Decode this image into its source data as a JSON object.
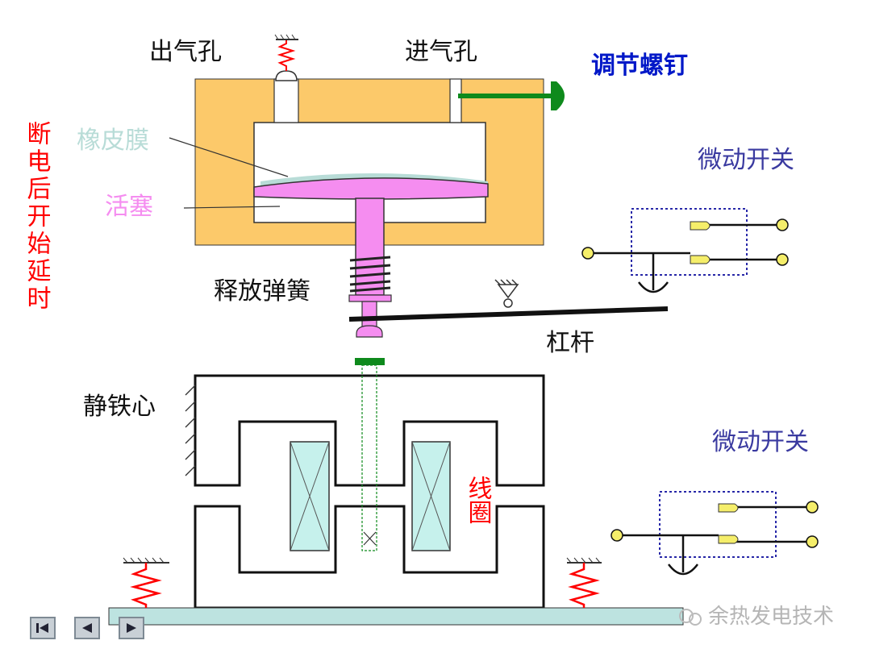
{
  "labels": {
    "outlet_hole": "出气孔",
    "inlet_hole": "进气孔",
    "adjust_screw": "调节螺钉",
    "delay_text": "断电后开始延时",
    "diaphragm": "橡皮膜",
    "piston": "活塞",
    "release_spring": "释放弹簧",
    "lever": "杠杆",
    "static_core": "静铁心",
    "coil": "线圈",
    "micro_switch_top": "微动开关",
    "micro_switch_bottom": "微动开关",
    "watermark": "余热发电技术"
  },
  "colors": {
    "housing": "#fcc96a",
    "diaphragm": "#b8dcd7",
    "piston": "#f58df0",
    "coil": "#c6f1ec",
    "screw": "#0e8a1c",
    "contact": "#f5ee6a",
    "spring": "#ff0000",
    "red_text": "#ff0000",
    "blue_text": "#0018c8",
    "navy_text": "#3a3aa0",
    "base": "#bde3e0"
  },
  "nav": {
    "icons": [
      "first-icon",
      "previous-icon",
      "next-icon"
    ]
  }
}
